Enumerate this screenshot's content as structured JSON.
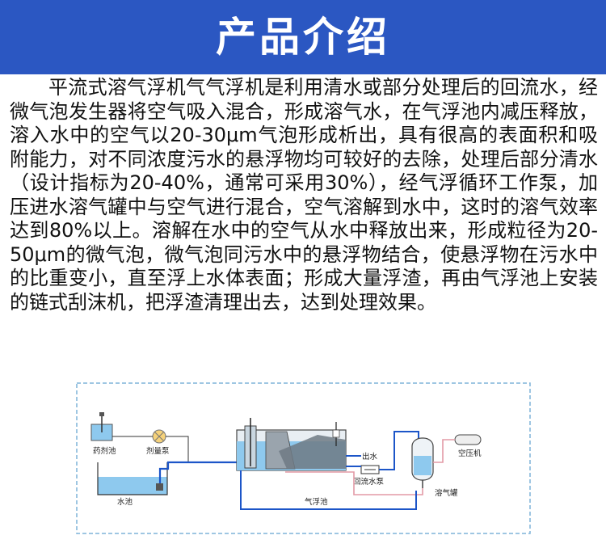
{
  "header": {
    "title": "产品介绍",
    "background_color": "#2b57c2",
    "text_color": "#ffffff"
  },
  "intro": {
    "text": "平流式溶气浮机气气浮机是利用清水或部分处理后的回流水，经微气泡发生器将空气吸入混合，形成溶气水，在气浮池内减压释放，溶入水中的空气以20-30μm气泡形成析出，具有很高的表面积和吸附能力，对不同浓度污水的悬浮物均可较好的去除，处理后部分清水（设计指标为20-40%，通常可采用30%），经气浮循环工作泵，加压进水溶气罐中与空气进行混合，空气溶解到水中，这时的溶气效率达到80%以上。溶解在水中的空气从水中释放出来，形成粒径为20-50μm的微气泡，微气泡同污水中的悬浮物结合，使悬浮物在污水中的比重变小，直至浮上水体表面；形成大量浮渣，再由气浮池上安装的链式刮沫机，把浮渣清理出去，达到处理效果。"
  },
  "diagram": {
    "labels": {
      "chemical_tank": "药剂池",
      "dosing_pump": "剂量泵",
      "water_tank": "水池",
      "outlet": "出水",
      "return_pump": "回流水泵",
      "air_compressor": "空压机",
      "dissolved_air_tank": "溶气罐",
      "flotation_tank": "气浮池"
    },
    "colors": {
      "water_pipe": "#1c55c8",
      "air_pipe": "#e39aa6",
      "border": "#7fb3d9",
      "tank_fill": "#8ec9ee"
    }
  }
}
